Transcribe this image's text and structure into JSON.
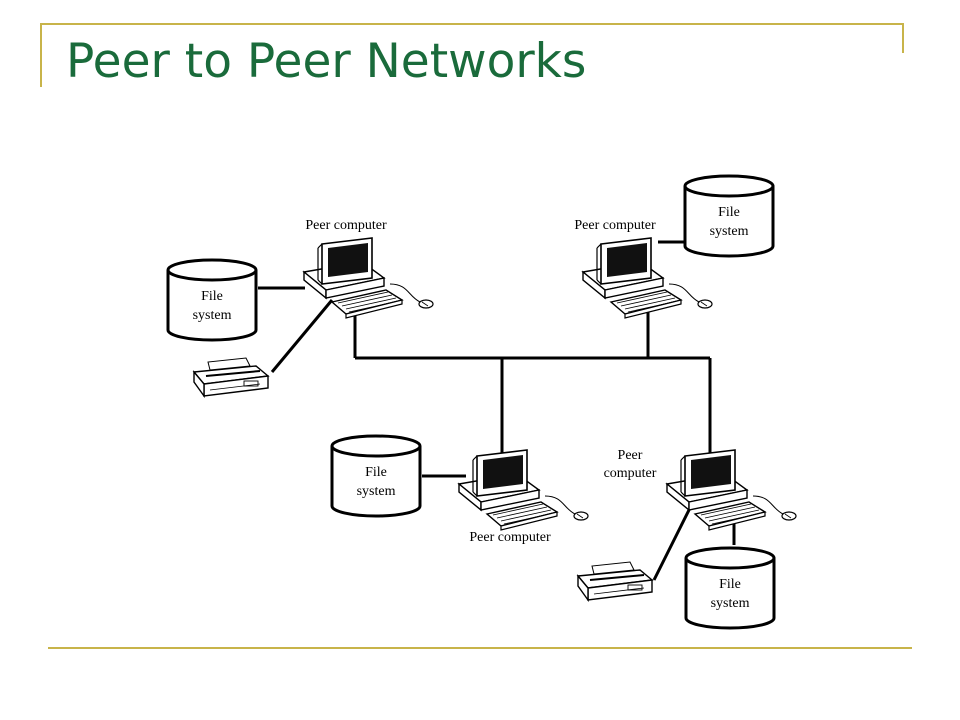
{
  "slide": {
    "title": "Peer to Peer Networks",
    "accent_color": "#c8b44a",
    "title_color": "#1a6b3b"
  },
  "diagram": {
    "peer_label": "Peer computer",
    "peer_label_line1": "Peer",
    "peer_label_line2": "computer",
    "fs_line1": "File",
    "fs_line2": "system",
    "icons": [
      "computer-icon",
      "file-system-cylinder",
      "printer-icon"
    ]
  }
}
